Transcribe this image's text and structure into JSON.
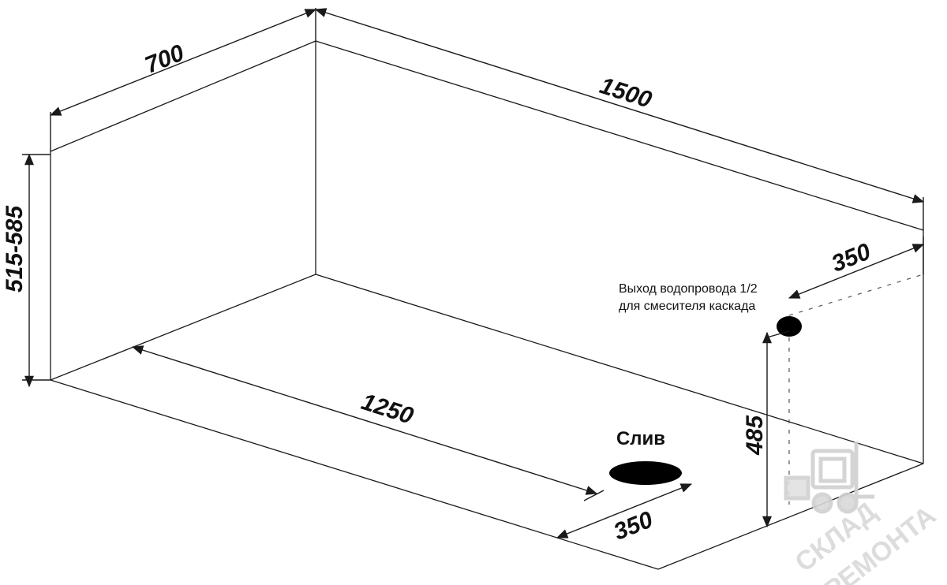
{
  "dimensions": {
    "width": "700",
    "length": "1500",
    "height": "515-585",
    "inner_length": "1250",
    "drain_offset": "350",
    "outlet_offset": "350",
    "outlet_height": "485"
  },
  "labels": {
    "outlet_line1": "Выход водопровода 1/2",
    "outlet_line2": "для смесителя каскада",
    "drain": "Слив"
  },
  "watermark": {
    "line1": "СКЛАД",
    "line2": "РЕМОНТА"
  }
}
